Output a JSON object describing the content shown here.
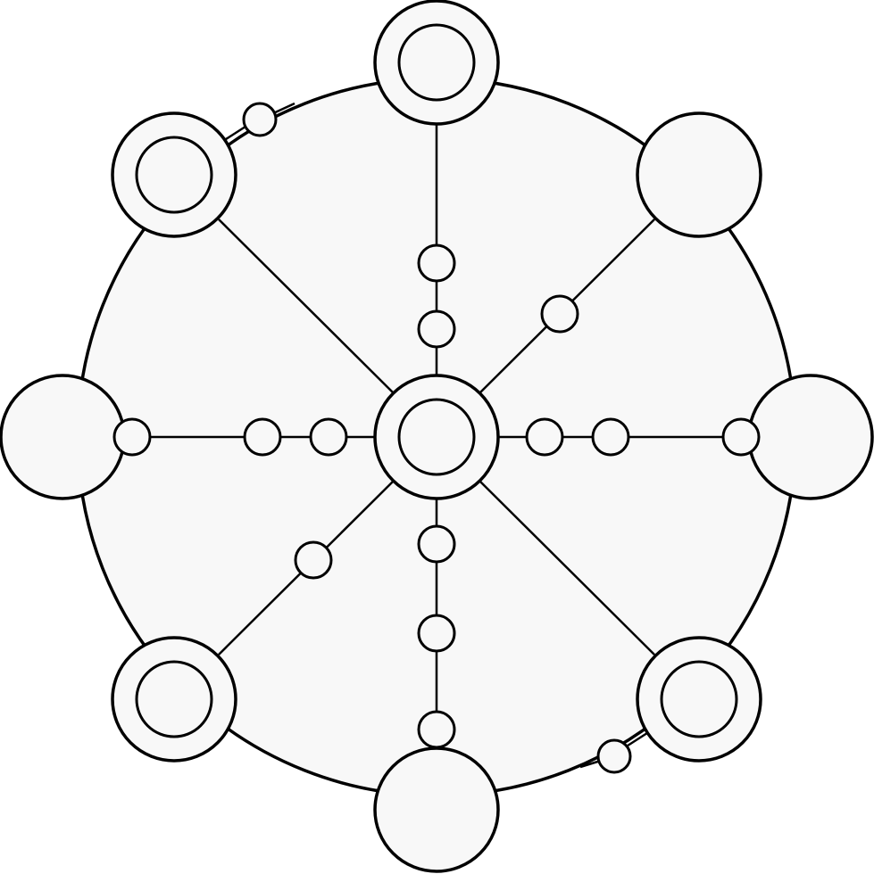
{
  "diagram": {
    "kind": "radial-network",
    "colors": {
      "stroke": "#000000",
      "fill": "#f8f8f8",
      "background": "#ffffff"
    },
    "hub": {
      "ringed": true
    },
    "spokes": [
      {
        "id": "north",
        "direction": "up",
        "node_ringed": true,
        "beads_inner": 2,
        "beads_outer": 0
      },
      {
        "id": "north-east",
        "direction": "up-right",
        "node_ringed": false,
        "beads_inner": 1,
        "beads_outer": 0
      },
      {
        "id": "east",
        "direction": "right",
        "node_ringed": false,
        "beads_inner": 2,
        "beads_outer": 1
      },
      {
        "id": "south-east",
        "direction": "down-right",
        "node_ringed": true,
        "beads_inner": 0,
        "beads_outer": 1
      },
      {
        "id": "south",
        "direction": "down",
        "node_ringed": false,
        "beads_inner": 3,
        "beads_outer": 0
      },
      {
        "id": "south-west",
        "direction": "down-left",
        "node_ringed": true,
        "beads_inner": 1,
        "beads_outer": 0
      },
      {
        "id": "west",
        "direction": "left",
        "node_ringed": false,
        "beads_inner": 2,
        "beads_outer": 1
      },
      {
        "id": "north-west",
        "direction": "up-left",
        "node_ringed": true,
        "beads_inner": 0,
        "beads_outer": 1
      }
    ]
  }
}
